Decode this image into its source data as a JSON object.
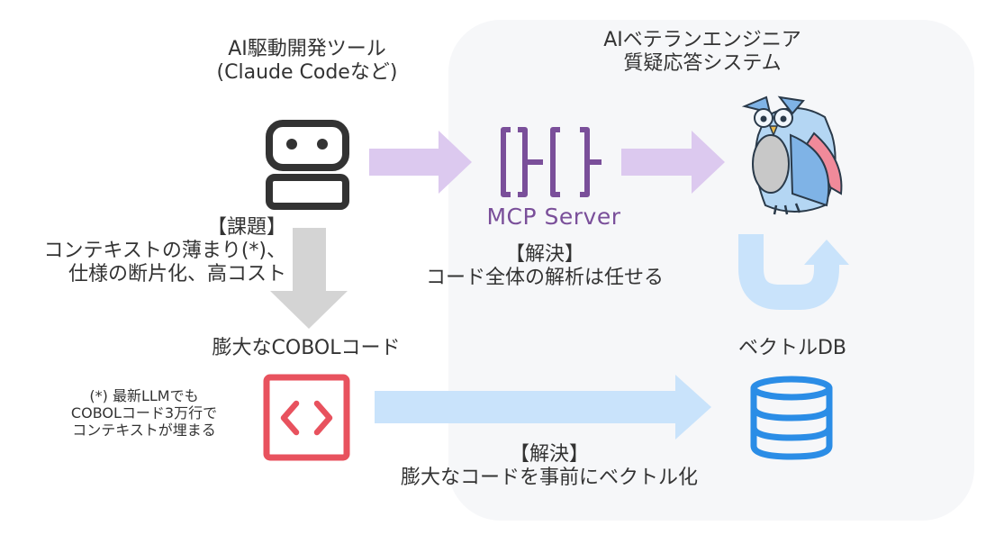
{
  "colors": {
    "panel_bg": "#f6f7f9",
    "text": "#333333",
    "purple": "#7a4f9a",
    "purple_arrow": "#dcc9ef",
    "grey_arrow": "#d4d4d4",
    "blue_arrow": "#c9e3fb",
    "red": "#e8525e",
    "blue": "#2b8de6",
    "dark_icon": "#333333"
  },
  "system": {
    "title_line1": "AIベテランエンジニア",
    "title_line2": "質疑応答システム"
  },
  "ai_tool": {
    "line1": "AI駆動開発ツール",
    "line2": "(Claude Codeなど)",
    "icon": "robot-face-icon"
  },
  "mcp": {
    "label": "MCP Server",
    "icon": "mcp-plug-icon"
  },
  "owl": {
    "icon": "owl-robot-icon"
  },
  "vector_db": {
    "label": "ベクトルDB",
    "icon": "database-icon"
  },
  "issue": {
    "title": "【課題】",
    "line1": "コンテキストの薄まり(*)、",
    "line2": "仕様の断片化、高コスト"
  },
  "cobol": {
    "label": "膨大なCOBOLコード",
    "icon": "code-brackets-icon"
  },
  "footnote": {
    "line1": "(*) 最新LLMでも",
    "line2": "COBOLコード3万行で",
    "line3": "コンテキストが埋まる"
  },
  "solution_analysis": {
    "title": "【解決】",
    "text": "コード全体の解析は任せる"
  },
  "solution_vectorize": {
    "title": "【解決】",
    "text": "膨大なコードを事前にベクトル化"
  }
}
